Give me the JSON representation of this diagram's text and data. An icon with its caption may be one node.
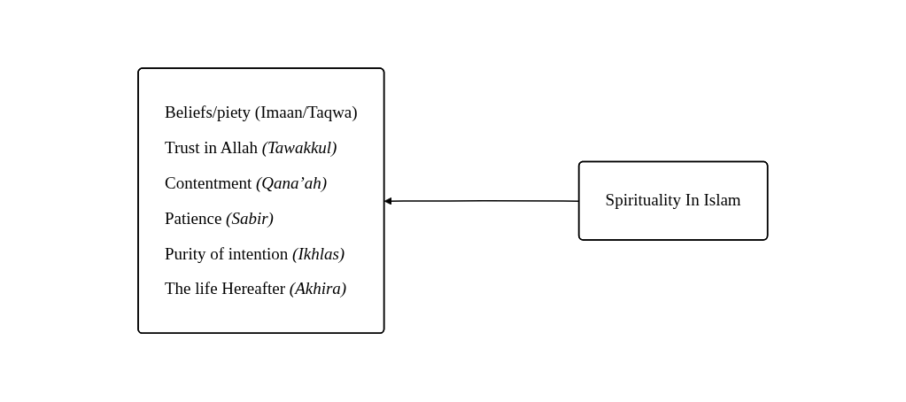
{
  "diagram": {
    "nodes": [
      {
        "text": [
          "Beliefs/piety (Imaan/Taqwa)",
          "Trust in Allah *(Tawakkul)*",
          "Contentment *(Qana’ah)*",
          "Patience *(Sabir)*",
          "Purity of intention *(Ikhlas)*",
          "The life Hereafter *(Akhira)*"
        ]
      },
      {
        "text": [
          "Spirituality In Islam"
        ]
      }
    ],
    "edges": [
      {
        "from": 1,
        "to": 0,
        "arrow": "to"
      }
    ]
  }
}
